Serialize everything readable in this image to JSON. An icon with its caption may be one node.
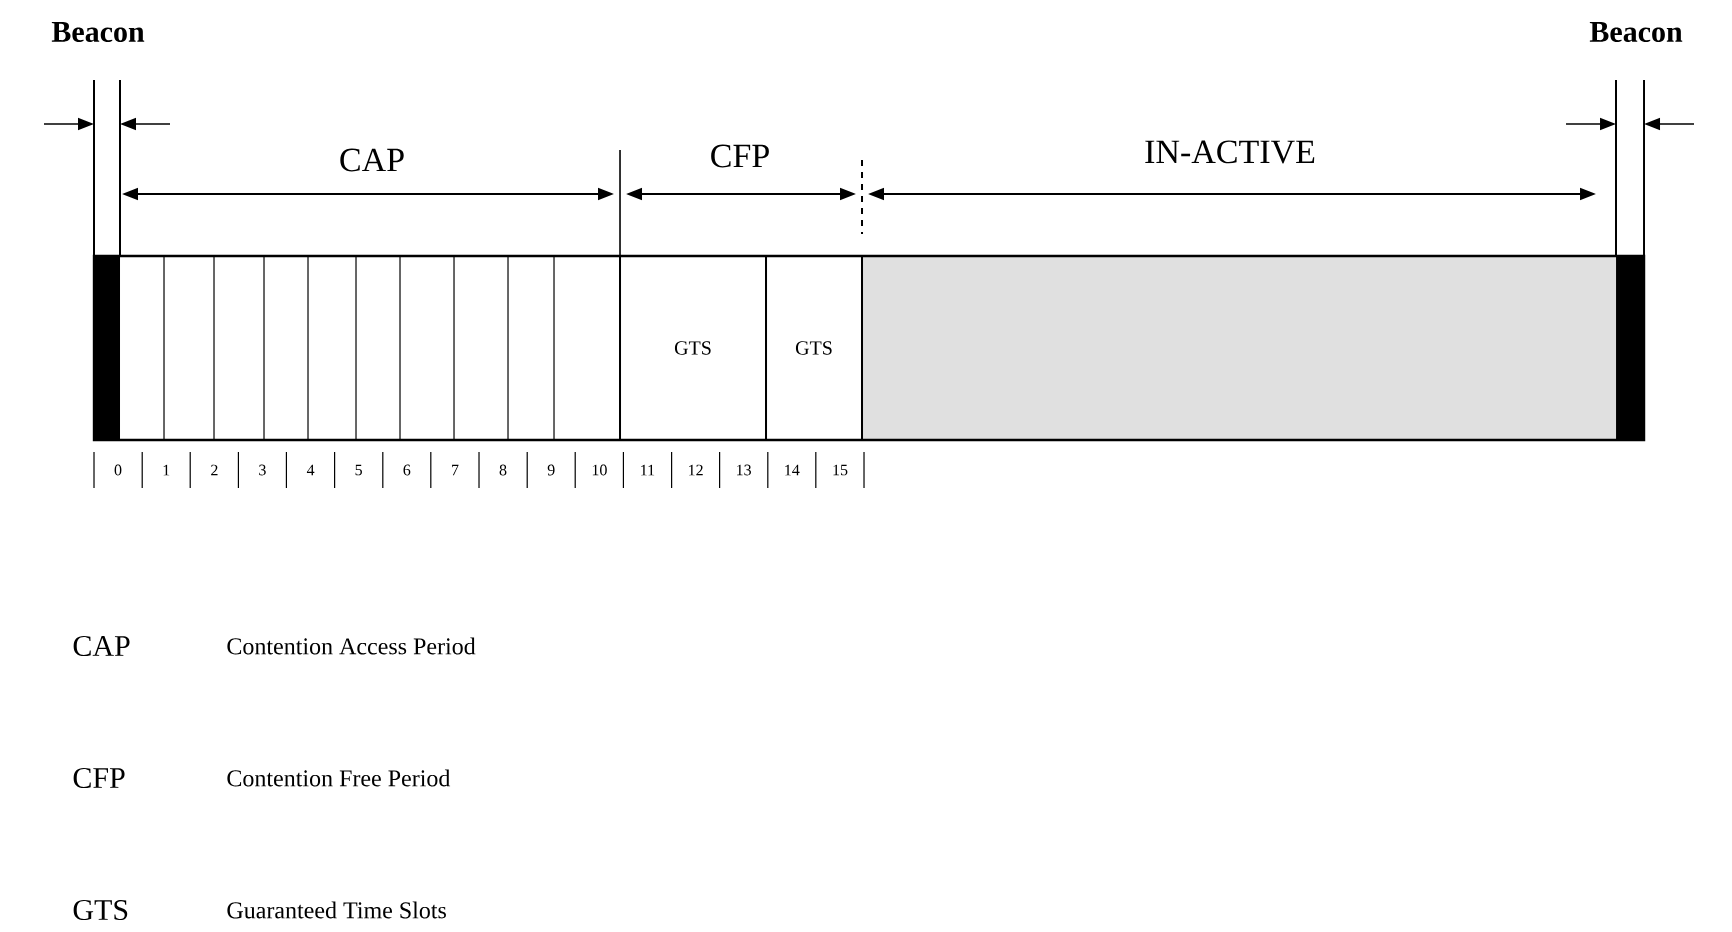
{
  "diagram": {
    "nodes": [
      {
        "text": [
          "GTS"
        ]
      },
      {
        "text": [
          "GTS"
        ]
      }
    ],
    "labels": [
      "Beacon",
      "Beacon",
      "CAP",
      "CFP",
      "IN-ACTIVE",
      "0",
      "1",
      "2",
      "3",
      "4",
      "5",
      "6",
      "7",
      "8",
      "9",
      "10",
      "11",
      "12",
      "13",
      "14",
      "15",
      "CAP",
      "Contention Access Period",
      "CFP",
      "Contention Free Period",
      "GTS",
      "Guaranteed Time Slots"
    ]
  }
}
